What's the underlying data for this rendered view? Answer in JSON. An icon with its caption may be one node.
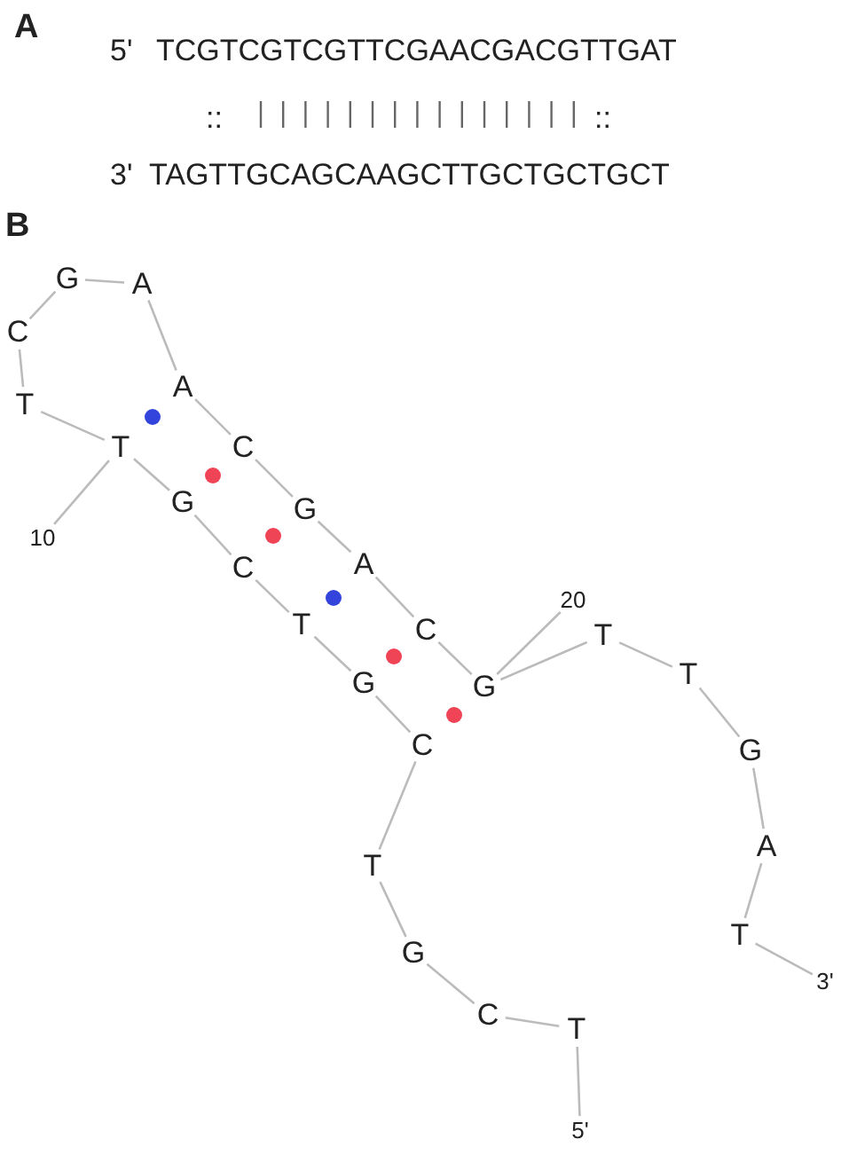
{
  "diagram": {
    "nodes": [
      {
        "text": [
          "T"
        ]
      },
      {
        "text": [
          "C"
        ]
      },
      {
        "text": [
          "G"
        ]
      },
      {
        "text": [
          "T"
        ]
      },
      {
        "text": [
          "C"
        ]
      },
      {
        "text": [
          "G"
        ]
      },
      {
        "text": [
          "T"
        ]
      },
      {
        "text": [
          "C"
        ]
      },
      {
        "text": [
          "G"
        ]
      },
      {
        "text": [
          "T"
        ]
      },
      {
        "text": [
          "T"
        ]
      },
      {
        "text": [
          "C"
        ]
      },
      {
        "text": [
          "G"
        ]
      },
      {
        "text": [
          "A"
        ]
      },
      {
        "text": [
          "A"
        ]
      },
      {
        "text": [
          "C"
        ]
      },
      {
        "text": [
          "G"
        ]
      },
      {
        "text": [
          "A"
        ]
      },
      {
        "text": [
          "C"
        ]
      },
      {
        "text": [
          "G"
        ]
      },
      {
        "text": [
          "T"
        ]
      },
      {
        "text": [
          "T"
        ]
      },
      {
        "text": [
          "G"
        ]
      },
      {
        "text": [
          "A"
        ]
      },
      {
        "text": [
          "T"
        ]
      },
      {
        "text": [
          "5'"
        ]
      },
      {
        "text": [
          "3'"
        ]
      },
      {
        "text": [
          "10"
        ]
      },
      {
        "text": [
          "20"
        ]
      }
    ],
    "edges": [
      {
        "from": 25,
        "to": 0,
        "arrow": "none"
      },
      {
        "from": 0,
        "to": 1,
        "arrow": "none"
      },
      {
        "from": 1,
        "to": 2,
        "arrow": "none"
      },
      {
        "from": 2,
        "to": 3,
        "arrow": "none"
      },
      {
        "from": 3,
        "to": 4,
        "arrow": "none"
      },
      {
        "from": 4,
        "to": 5,
        "arrow": "none"
      },
      {
        "from": 5,
        "to": 6,
        "arrow": "none"
      },
      {
        "from": 6,
        "to": 7,
        "arrow": "none"
      },
      {
        "from": 7,
        "to": 8,
        "arrow": "none"
      },
      {
        "from": 8,
        "to": 9,
        "arrow": "none"
      },
      {
        "from": 9,
        "to": 10,
        "arrow": "none"
      },
      {
        "from": 10,
        "to": 11,
        "arrow": "none"
      },
      {
        "from": 11,
        "to": 12,
        "arrow": "none"
      },
      {
        "from": 12,
        "to": 13,
        "arrow": "none"
      },
      {
        "from": 13,
        "to": 14,
        "arrow": "none"
      },
      {
        "from": 14,
        "to": 15,
        "arrow": "none"
      },
      {
        "from": 15,
        "to": 16,
        "arrow": "none"
      },
      {
        "from": 16,
        "to": 17,
        "arrow": "none"
      },
      {
        "from": 17,
        "to": 18,
        "arrow": "none"
      },
      {
        "from": 18,
        "to": 19,
        "arrow": "none"
      },
      {
        "from": 19,
        "to": 20,
        "arrow": "none"
      },
      {
        "from": 20,
        "to": 21,
        "arrow": "none"
      },
      {
        "from": 21,
        "to": 22,
        "arrow": "none"
      },
      {
        "from": 22,
        "to": 23,
        "arrow": "none"
      },
      {
        "from": 23,
        "to": 24,
        "arrow": "none"
      },
      {
        "from": 24,
        "to": 26,
        "arrow": "none"
      },
      {
        "from": 9,
        "to": 27,
        "arrow": "none"
      },
      {
        "from": 19,
        "to": 28,
        "arrow": "none"
      }
    ],
    "labels": [
      "A",
      "5'",
      "TCGTCGTCGTTCGAACGACGTTGAT",
      "::",
      "::",
      "3'",
      "TAGTTGCAGCAAGCTTGCTGCTGCT",
      "B"
    ]
  }
}
